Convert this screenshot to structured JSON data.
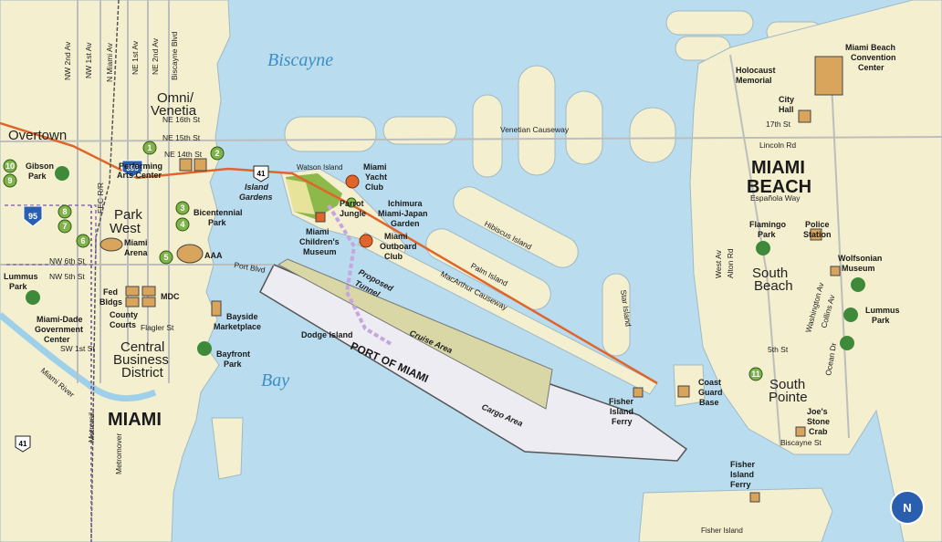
{
  "water": {
    "biscayne": "Biscayne",
    "bay": "Bay"
  },
  "districts": {
    "omni": "Omni/",
    "venetia": "Venetia",
    "overtown": "Overtown",
    "park": "Park",
    "west": "West",
    "central": "Central",
    "business": "Business",
    "district": "District",
    "miami": "MIAMI",
    "miami_beach_1": "MIAMI",
    "miami_beach_2": "BEACH",
    "south": "South",
    "beach": "Beach",
    "south_pointe_1": "South",
    "south_pointe_2": "Pointe"
  },
  "streets": {
    "nw2av": "NW 2nd Av",
    "nw1av": "NW 1st Av",
    "nmiamiav": "N Miami Av",
    "ne1av": "NE 1st Av",
    "ne2av": "NE 2nd Av",
    "biscayneblvd": "Biscayne Blvd",
    "ne16": "NE 16th St",
    "ne15": "NE 15th St",
    "ne14": "NE 14th St",
    "fecrr": "FEC R/R",
    "nw6": "NW 6th St",
    "nw5": "NW 5th St",
    "flagler": "Flagler St",
    "sw1": "SW 1st St",
    "portblvd": "Port Blvd",
    "venetian": "Venetian Causeway",
    "macarthur": "MacArthur Causeway",
    "metrorail": "Metrorail",
    "metromover": "Metromover",
    "st17": "17th St",
    "lincoln": "Lincoln Rd",
    "espanola": "Española Way",
    "westav": "West Av",
    "altonrd": "Alton Rd",
    "washington": "Washington Av",
    "collins": "Collins Av",
    "ocean": "Ocean Dr",
    "st5": "5th St",
    "biscaynest": "Biscayne St",
    "hibiscus": "Hibiscus Island",
    "palm": "Palm Island",
    "star": "Star Island"
  },
  "places": {
    "gibson_1": "Gibson",
    "gibson_2": "Park",
    "pac_1": "Performing",
    "pac_2": "Arts Center",
    "bicent_1": "Bicentennial",
    "bicent_2": "Park",
    "arena_1": "Miami",
    "arena_2": "Arena",
    "aaa": "AAA",
    "lummus_w_1": "Lummus",
    "lummus_w_2": "Park",
    "fed_1": "Fed",
    "fed_2": "Bldgs",
    "mdc": "MDC",
    "county_1": "County",
    "county_2": "Courts",
    "mdgc_1": "Miami-Dade",
    "mdgc_2": "Government",
    "mdgc_3": "Center",
    "bayside_1": "Bayside",
    "bayside_2": "Marketplace",
    "bayfront_1": "Bayfront",
    "bayfront_2": "Park",
    "watson": "Watson Island",
    "gardens_1": "Island",
    "gardens_2": "Gardens",
    "yacht_1": "Miami",
    "yacht_2": "Yacht",
    "yacht_3": "Club",
    "parrot_1": "Parrot",
    "parrot_2": "Jungle",
    "ichimura_1": "Ichimura",
    "ichimura_2": "Miami-Japan",
    "ichimura_3": "Garden",
    "outboard_1": "Miami",
    "outboard_2": "Outboard",
    "outboard_3": "Club",
    "childrens_1": "Miami",
    "childrens_2": "Children's",
    "childrens_3": "Museum",
    "tunnel_1": "Proposed",
    "tunnel_2": "Tunnel",
    "dodge": "Dodge Island",
    "port": "PORT OF MIAMI",
    "cruise": "Cruise Area",
    "cargo": "Cargo Area",
    "fif_1": "Fisher",
    "fif_2": "Island",
    "fif_3": "Ferry",
    "coast_1": "Coast",
    "coast_2": "Guard",
    "coast_3": "Base",
    "fif2_1": "Fisher",
    "fif2_2": "Island",
    "fif2_3": "Ferry",
    "fisher_island": "Fisher Island",
    "holocaust_1": "Holocaust",
    "holocaust_2": "Memorial",
    "conv_1": "Miami Beach",
    "conv_2": "Convention",
    "conv_3": "Center",
    "cityhall_1": "City",
    "cityhall_2": "Hall",
    "flamingo_1": "Flamingo",
    "flamingo_2": "Park",
    "police_1": "Police",
    "police_2": "Station",
    "wolf_1": "Wolfsonian",
    "wolf_2": "Museum",
    "lummus_e_1": "Lummus",
    "lummus_e_2": "Park",
    "joes_1": "Joe's",
    "joes_2": "Stone",
    "joes_3": "Crab"
  },
  "markers": [
    "1",
    "2",
    "3",
    "4",
    "5",
    "6",
    "7",
    "8",
    "9",
    "10",
    "11"
  ],
  "shields": {
    "i95": "95",
    "i395": "395",
    "us41a": "41",
    "us41b": "41"
  },
  "compass": "N",
  "colors": {
    "water": "#b9dcef",
    "land": "#f4efcf",
    "park": "#8db84a",
    "building": "#d9a45b",
    "route": "#e0652a",
    "port": "#ececf2"
  }
}
